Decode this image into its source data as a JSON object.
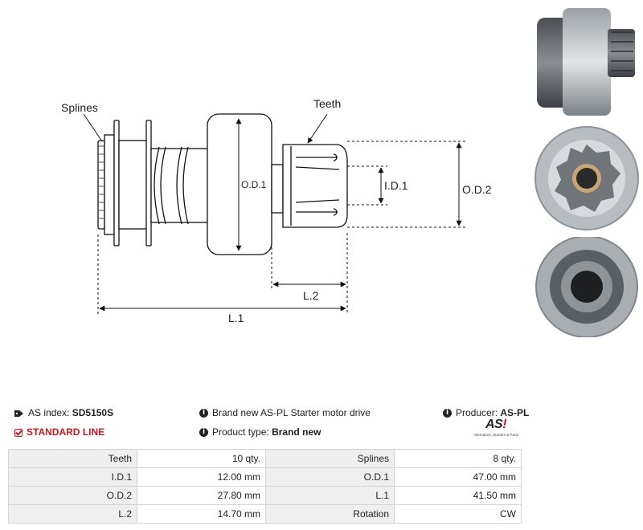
{
  "drawing": {
    "labels": {
      "splines": "Splines",
      "teeth": "Teeth",
      "od1": "O.D.1",
      "id1": "I.D.1",
      "od2": "O.D.2",
      "l2": "L.2",
      "l1": "L.1"
    }
  },
  "info": {
    "as_index_label": "AS index:",
    "as_index_value": "SD5150S",
    "standard_line": "STANDARD LINE",
    "description": "Brand new AS-PL Starter motor drive",
    "product_type_label": "Product type:",
    "product_type_value": "Brand new",
    "producer_label": "Producer:",
    "producer_value": "AS-PL",
    "icons": {
      "index": "tag-icon",
      "standard": "checkbox-icon",
      "info": "info-icon"
    }
  },
  "logo": {
    "mark_a": "AS",
    "mark_b": "!",
    "tagline": "Alternators, Starters & Parts"
  },
  "specs": {
    "rows": [
      {
        "label_left": "Teeth",
        "value_left": "10 qty.",
        "label_right": "Splines",
        "value_right": "8 qty."
      },
      {
        "label_left": "I.D.1",
        "value_left": "12.00 mm",
        "label_right": "O.D.1",
        "value_right": "47.00 mm"
      },
      {
        "label_left": "O.D.2",
        "value_left": "27.80 mm",
        "label_right": "L.1",
        "value_right": "41.50 mm"
      },
      {
        "label_left": "L.2",
        "value_left": "14.70 mm",
        "label_right": "Rotation",
        "value_right": "CW"
      }
    ]
  },
  "colors": {
    "accent_red": "#d0161d",
    "table_label_bg": "#efefef",
    "table_border": "#d4d4d4"
  }
}
